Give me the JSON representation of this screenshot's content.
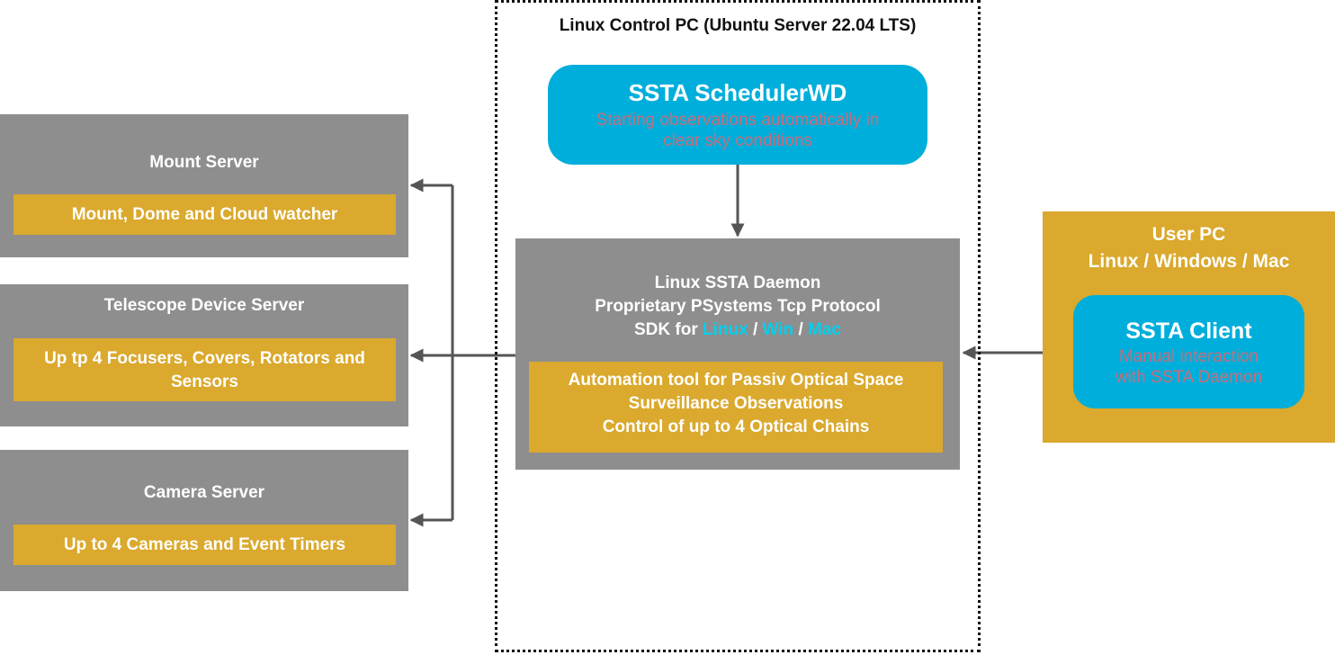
{
  "linux_pc": {
    "title": "Linux Control PC (Ubuntu Server 22.04 LTS)"
  },
  "scheduler": {
    "title": "SSTA SchedulerWD",
    "description_lines": [
      "Starting observations automatically in",
      "clear sky conditions"
    ]
  },
  "daemon": {
    "title": "Linux SSTA Daemon",
    "protocol": "Proprietary PSystems Tcp Protocol",
    "sdk_prefix": "SDK for ",
    "sdk_platforms": [
      "Linux",
      "Win",
      "Mac"
    ],
    "sdk_separator": " / ",
    "inner_lines": [
      "Automation tool for Passiv Optical Space",
      "Surveillance Observations",
      "Control of up to 4 Optical Chains"
    ]
  },
  "servers": [
    {
      "title": "Mount Server",
      "inner_lines": [
        "Mount, Dome and Cloud watcher"
      ]
    },
    {
      "title": "Telescope Device Server",
      "inner_lines": [
        "Up tp 4 Focusers, Covers, Rotators and",
        "Sensors"
      ]
    },
    {
      "title": "Camera Server",
      "inner_lines": [
        "Up to 4 Cameras and Event Timers"
      ]
    }
  ],
  "user_pc": {
    "title_lines": [
      "User PC",
      "Linux / Windows / Mac"
    ],
    "client_title": "SSTA Client",
    "client_description_lines": [
      "Manual interaction",
      "with SSTA Daemon"
    ]
  },
  "colors": {
    "box_gray": "#8e8e8e",
    "box_gold": "#daa92d",
    "box_blue": "#00aedb",
    "sdk_link": "#00d0ef",
    "description_text": "#c96d7a",
    "arrow": "#555555"
  },
  "icons": {
    "connector_arrowhead": "arrowhead"
  }
}
